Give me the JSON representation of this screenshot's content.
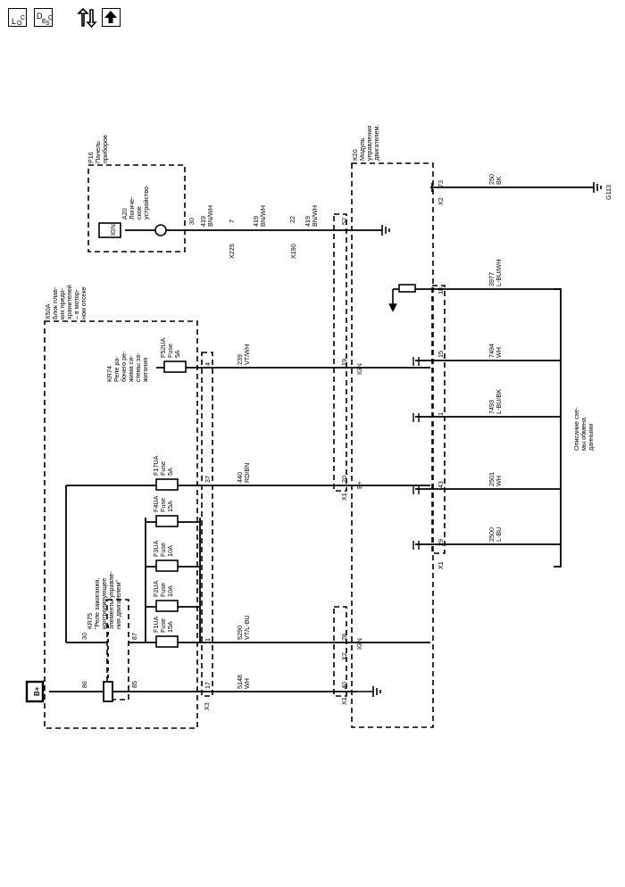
{
  "toolbar": {
    "location_button": {
      "main": "L",
      "sub": "O",
      "sup": "C"
    },
    "description_button": {
      "main": "D",
      "sub": "E",
      "sub2": "S",
      "sup": "C"
    },
    "connector_icon": "connector-icon",
    "up_icon": "arrow-up-icon"
  },
  "diagram": {
    "b_plus": "B+",
    "p16": [
      "P16",
      "Панель",
      "приборов"
    ],
    "a20": [
      "A20",
      "Логиче-",
      "ское",
      "устройство"
    ],
    "ign": "IGN",
    "k20": [
      "K20",
      "Модуль",
      "управления",
      "двигателем."
    ],
    "x50a": [
      "X50A",
      "Блок плав-",
      "ких предо-",
      "хранителей",
      "– в мотор-",
      "ном отсеке"
    ],
    "kr74": [
      "KR74",
      "Реле ра-",
      "бочего ре-",
      "жима си-",
      "стемы за-",
      "жигания"
    ],
    "kr75": [
      "KR75",
      "\"Реле зажигания,",
      "контролирующее",
      "элементы управле-",
      "ния двигателем\""
    ],
    "f52ua": [
      "F52UA",
      "Fuse",
      "5A"
    ],
    "f17ua": [
      "F17UA",
      "Fuse",
      "5A"
    ],
    "f4ua": [
      "F4UA",
      "Fuse",
      "15A"
    ],
    "f3ua": [
      "F3UA",
      "Fuse",
      "10A"
    ],
    "f2ua": [
      "F2UA",
      "Fuse",
      "10A"
    ],
    "f1ua": [
      "F1UA",
      "Fuse",
      "15A"
    ],
    "g113": "G113",
    "x225": "X225",
    "x190": "X190",
    "x1": "X1",
    "x2": "X2",
    "x3": "X3",
    "data_desc": [
      "Описание схе-",
      "мы обмена",
      "данными"
    ],
    "pins": {
      "p30a": "30",
      "p7": "7",
      "p22": "22",
      "p52": "52",
      "p73": "73",
      "p4": "4",
      "p19": "19",
      "p37": "37",
      "p20": "20",
      "p30b": "30",
      "p87": "87",
      "p86": "86",
      "p85": "85",
      "p1": "1",
      "p28": "28",
      "p17": "17",
      "p40": "40",
      "p18": "18",
      "p15": "15",
      "p1b": "1",
      "p43": "43",
      "p29": "29"
    },
    "wires": {
      "w419a": [
        "419",
        "BN/WH"
      ],
      "w419b": [
        "419",
        "BN/WH"
      ],
      "w419c": [
        "419",
        "BN/WH"
      ],
      "w250": [
        "250",
        "BK"
      ],
      "w239": [
        "239",
        "VT/WH"
      ],
      "w440": [
        "440",
        "RD/BN"
      ],
      "w5290": [
        "5290",
        "VT/L-BU"
      ],
      "w5148": [
        "5148",
        "WH"
      ],
      "w3977": [
        "3977",
        "L-BU/WH"
      ],
      "w7494": [
        "7494",
        "WH"
      ],
      "w7493": [
        "7493",
        "L-BU/BK"
      ],
      "w2501": [
        "2501",
        "WH"
      ],
      "w2500": [
        "2500",
        "L-BU"
      ]
    }
  }
}
